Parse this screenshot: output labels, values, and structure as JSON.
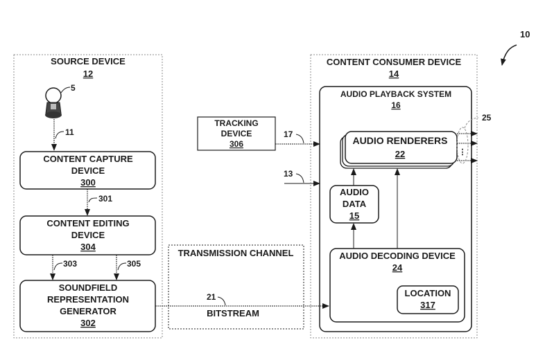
{
  "figure": {
    "ref": "10",
    "source_device": {
      "title": "SOURCE DEVICE",
      "ref": "12"
    },
    "microphone": {
      "icon": "microphone-icon",
      "ref": "5",
      "signal_ref": "11"
    },
    "content_capture": {
      "line1": "CONTENT CAPTURE",
      "line2": "DEVICE",
      "ref": "300"
    },
    "capture_to_editing_ref": "301",
    "content_editing": {
      "line1": "CONTENT EDITING",
      "line2": "DEVICE",
      "ref": "304"
    },
    "editing_to_generator_refs": [
      "303",
      "305"
    ],
    "soundfield_generator": {
      "line1": "SOUNDFIELD",
      "line2": "REPRESENTATION",
      "line3": "GENERATOR",
      "ref": "302"
    },
    "transmission_channel": {
      "title": "TRANSMISSION CHANNEL",
      "bitstream_label": "BITSTREAM",
      "bitstream_ref": "21"
    },
    "tracking_device": {
      "line1": "TRACKING",
      "line2": "DEVICE",
      "ref": "306",
      "signal_ref": "17"
    },
    "input_13_ref": "13",
    "content_consumer": {
      "title": "CONTENT CONSUMER DEVICE",
      "ref": "14"
    },
    "audio_playback": {
      "title": "AUDIO PLAYBACK SYSTEM",
      "ref": "16"
    },
    "audio_renderers": {
      "title": "AUDIO RENDERERS",
      "ref": "22",
      "outputs_ref": "25",
      "ellipsis": "⋮"
    },
    "audio_data": {
      "line1": "AUDIO",
      "line2": "DATA",
      "ref": "15"
    },
    "audio_decoding": {
      "title": "AUDIO DECODING DEVICE",
      "ref": "24"
    },
    "location": {
      "title": "LOCATION",
      "ref": "317"
    }
  }
}
